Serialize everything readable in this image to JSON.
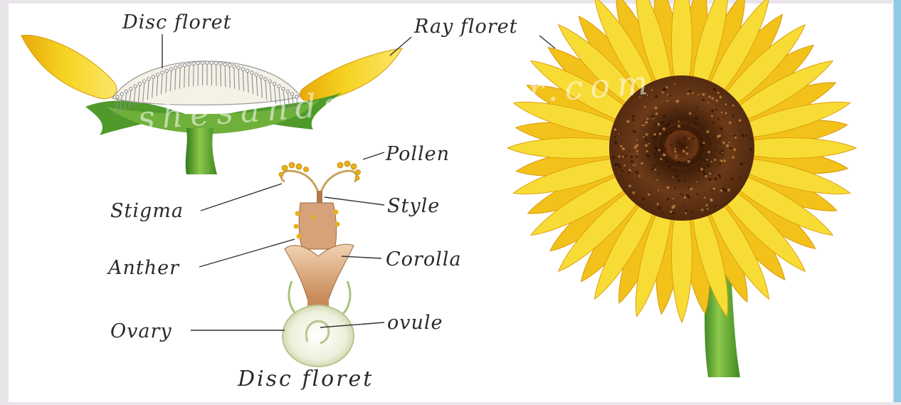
{
  "labels": {
    "disc_floret_top": "Disc floret",
    "ray_floret": "Ray floret",
    "pollen": "Pollen",
    "stigma": "Stigma",
    "style": "Style",
    "anther": "Anther",
    "corolla": "Corolla",
    "ovary": "Ovary",
    "ovule": "ovule",
    "disc_floret_bottom": "Disc floret"
  },
  "watermark": "shesandsunflower.com",
  "colors": {
    "petal": "#f6d320",
    "petal_shade": "#e9a90c",
    "center": "#5a2e10",
    "stem": "#4f9a2a",
    "page_border": "#e9e5ea",
    "right_edge": "#8ec9e6"
  }
}
